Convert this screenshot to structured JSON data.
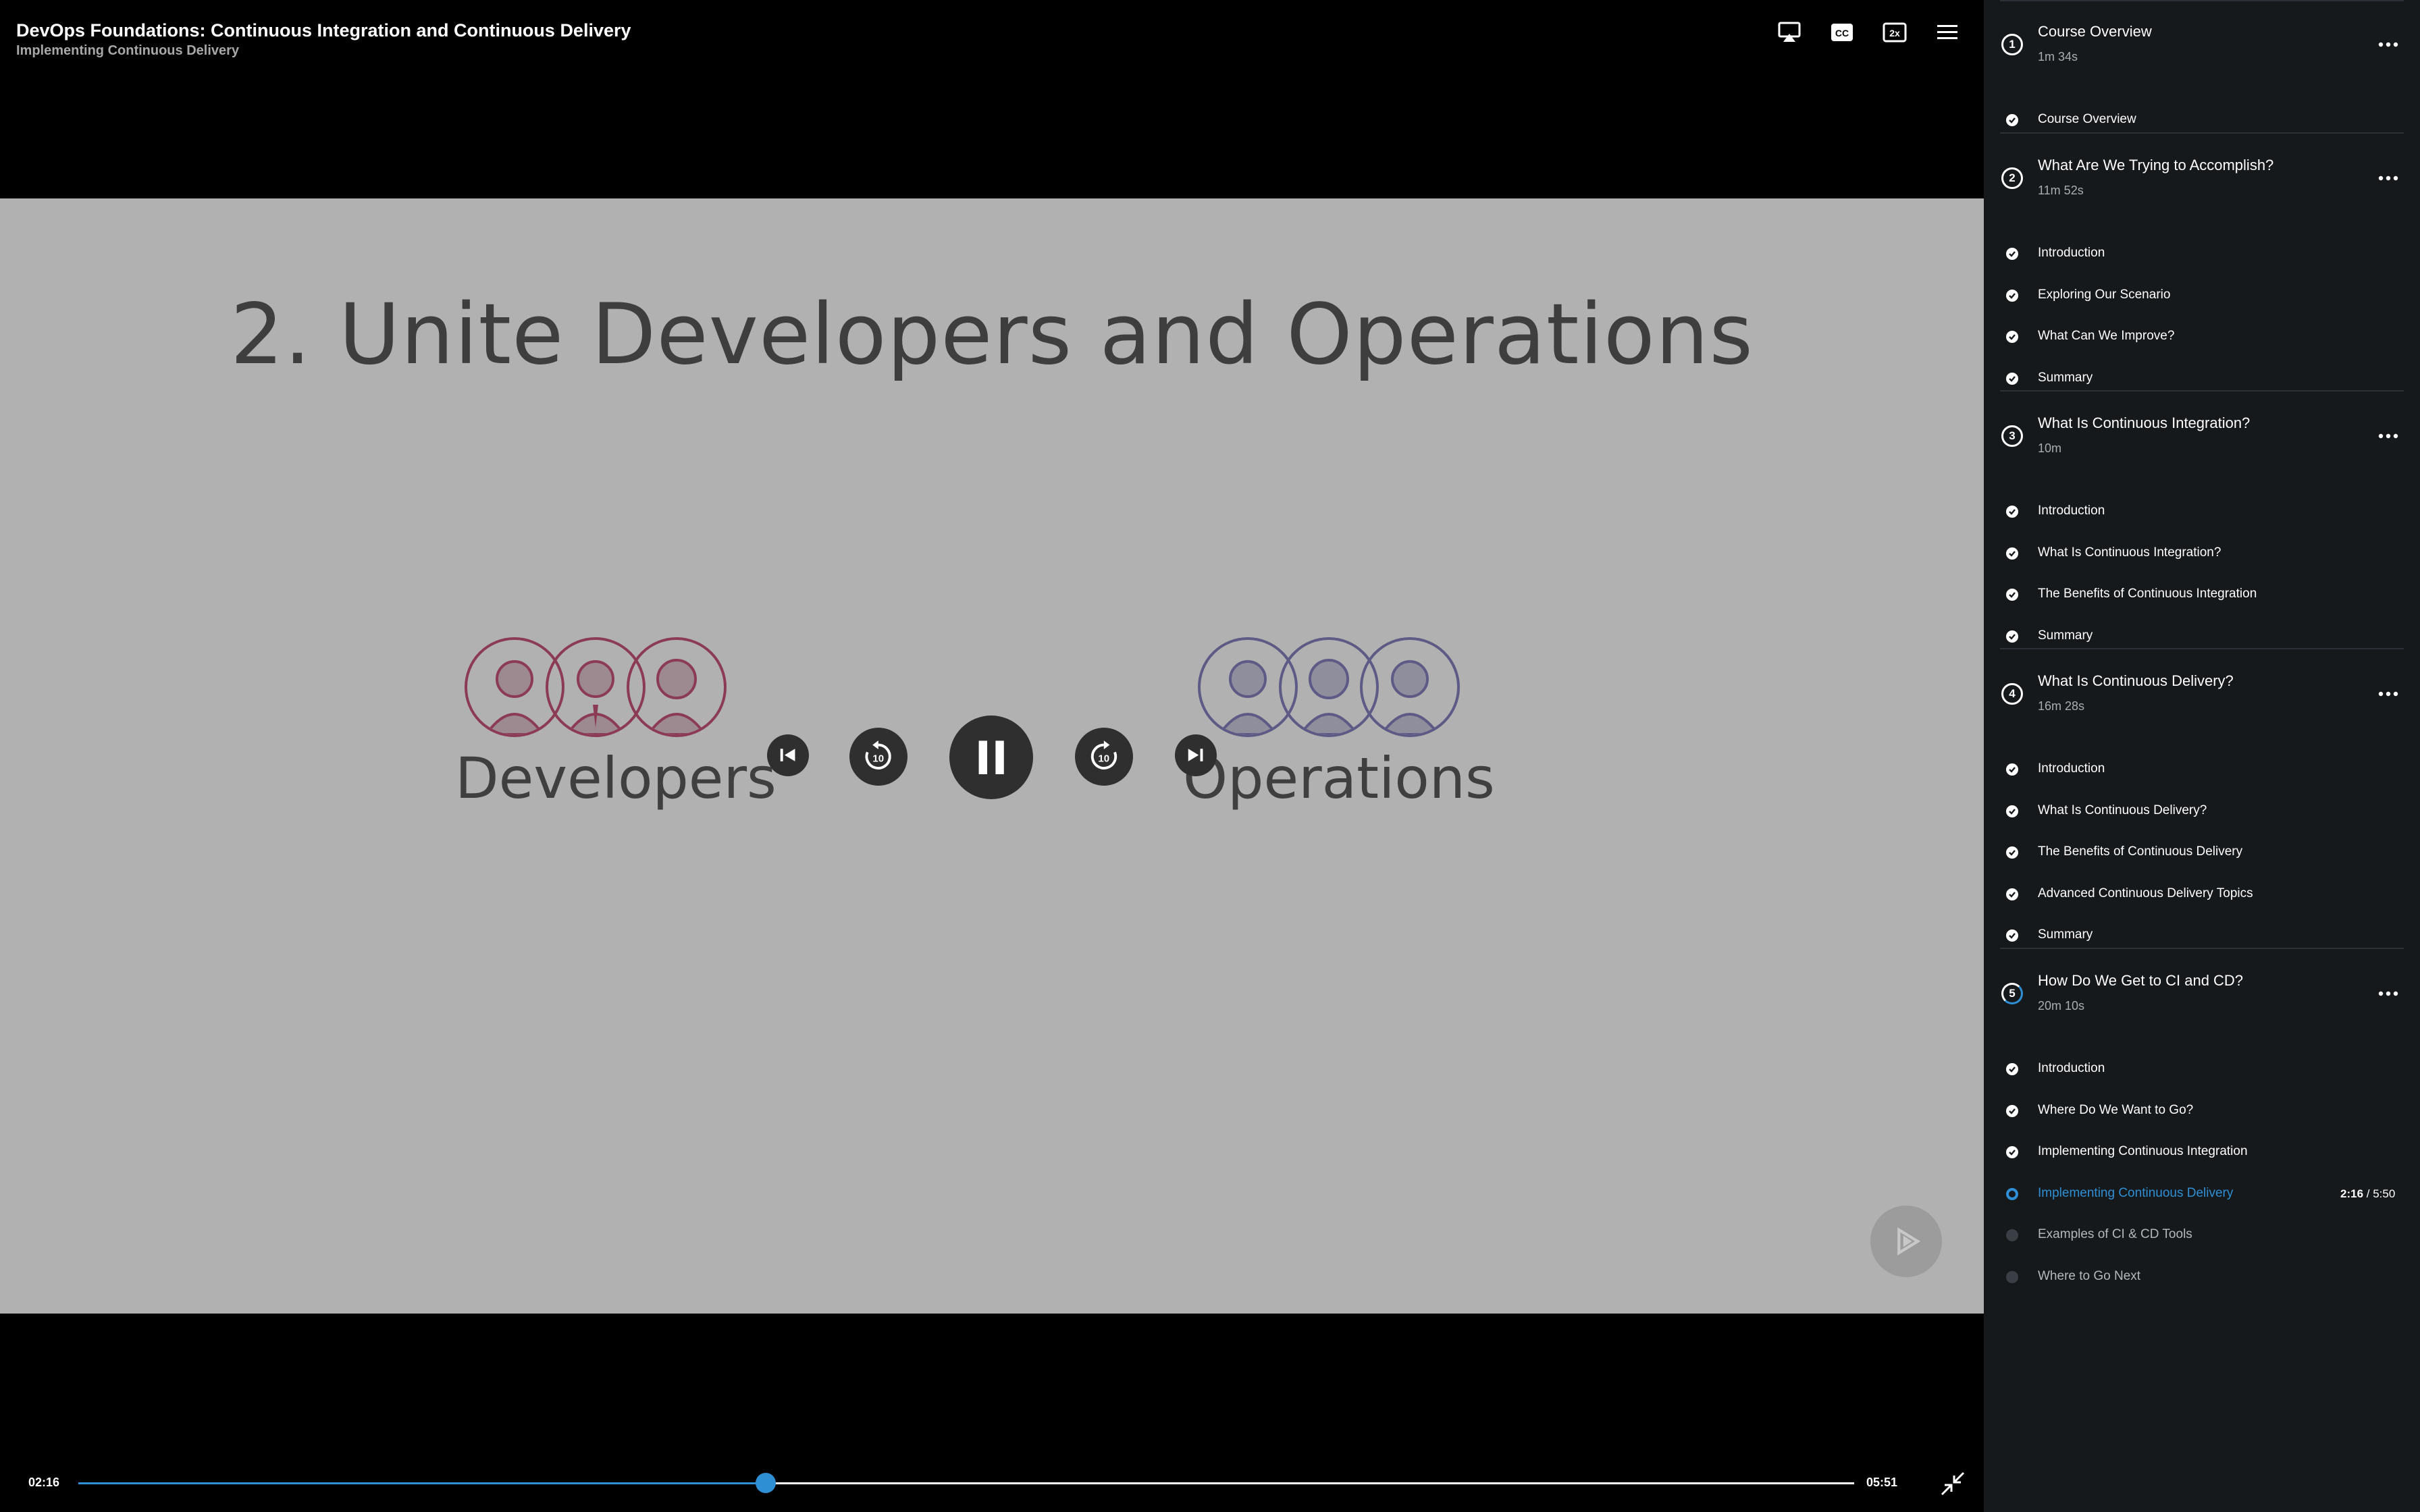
{
  "player": {
    "course_title": "DevOps Foundations: Continuous Integration and Continuous Delivery",
    "module_subtitle": "Implementing Continuous Delivery",
    "top_controls": [
      "airplay-icon",
      "closed-captions-icon",
      "playback-speed-icon",
      "menu-icon"
    ],
    "speed_label": "2x",
    "cc_label": "CC",
    "slide": {
      "heading": "2. Unite Developers and Operations",
      "left_group_label": "Developers",
      "right_group_label": "Operations",
      "colors": {
        "developers": "#8c3b55",
        "operations": "#5d5a86",
        "slide_bg": "#b1b1b1"
      }
    },
    "skip_back_label": "10",
    "skip_forward_label": "10",
    "current_time": "02:16",
    "total_time": "05:51",
    "progress_fraction": 0.387,
    "accent": "#2e8fd4"
  },
  "sidebar": {
    "modules": [
      {
        "num": "1",
        "title": "Course Overview",
        "duration": "1m 34s",
        "clips": [
          {
            "title": "Course Overview",
            "status": "watched"
          }
        ]
      },
      {
        "num": "2",
        "title": "What Are We Trying to Accomplish?",
        "duration": "11m 52s",
        "clips": [
          {
            "title": "Introduction",
            "status": "watched"
          },
          {
            "title": "Exploring Our Scenario",
            "status": "watched"
          },
          {
            "title": "What Can We Improve?",
            "status": "watched"
          },
          {
            "title": "Summary",
            "status": "watched"
          }
        ]
      },
      {
        "num": "3",
        "title": "What Is Continuous Integration?",
        "duration": "10m",
        "clips": [
          {
            "title": "Introduction",
            "status": "watched"
          },
          {
            "title": "What Is Continuous Integration?",
            "status": "watched"
          },
          {
            "title": "The Benefits of Continuous Integration",
            "status": "watched"
          },
          {
            "title": "Summary",
            "status": "watched"
          }
        ]
      },
      {
        "num": "4",
        "title": "What Is Continuous Delivery?",
        "duration": "16m 28s",
        "clips": [
          {
            "title": "Introduction",
            "status": "watched"
          },
          {
            "title": "What Is Continuous Delivery?",
            "status": "watched"
          },
          {
            "title": "The Benefits of Continuous Delivery",
            "status": "watched"
          },
          {
            "title": "Advanced Continuous Delivery Topics",
            "status": "watched"
          },
          {
            "title": "Summary",
            "status": "watched"
          }
        ]
      },
      {
        "num": "5",
        "title": "How Do We Get to CI and CD?",
        "duration": "20m 10s",
        "clips": [
          {
            "title": "Introduction",
            "status": "watched"
          },
          {
            "title": "Where Do We Want to Go?",
            "status": "watched"
          },
          {
            "title": "Implementing Continuous Integration",
            "status": "watched"
          },
          {
            "title": "Implementing Continuous Delivery",
            "status": "current",
            "elapsed": "2:16",
            "length": " / 5:50"
          },
          {
            "title": "Examples of CI & CD Tools",
            "status": "unwatched"
          },
          {
            "title": "Where to Go Next",
            "status": "unwatched"
          }
        ]
      }
    ]
  }
}
